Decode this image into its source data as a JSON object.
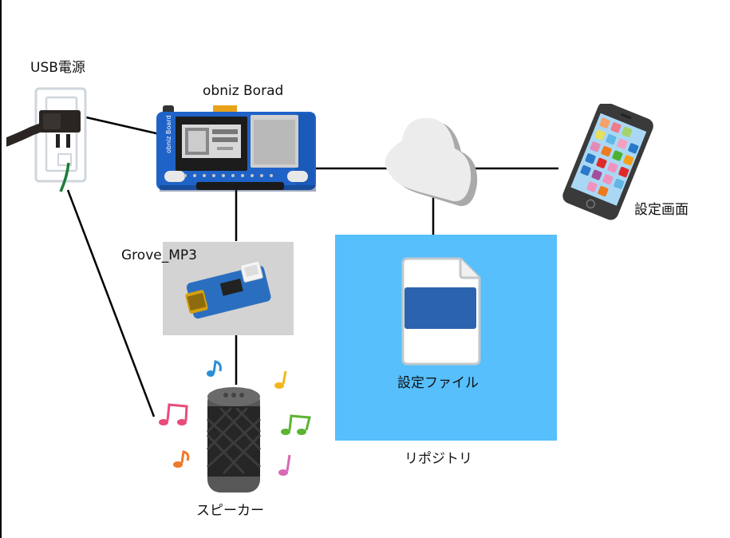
{
  "diagram": {
    "type": "system-architecture",
    "nodes": {
      "power": {
        "label": "USB電源",
        "icon": "power-outlet-icon"
      },
      "board": {
        "label": "obniz Borad",
        "icon": "obniz-board-icon",
        "silkscreen": "obniz Board"
      },
      "cloud": {
        "label": "",
        "icon": "cloud-icon"
      },
      "phone": {
        "label": "設定画面",
        "icon": "smartphone-icon"
      },
      "mp3": {
        "label": "Grove_MP3",
        "icon": "grove-mp3-module-icon"
      },
      "speaker": {
        "label": "スピーカー",
        "icon": "speaker-icon"
      },
      "repository": {
        "label": "リポジトリ",
        "color": "#56bffc"
      },
      "config_file": {
        "label": "設定ファイル",
        "icon": "file-icon"
      }
    },
    "connections": [
      [
        "power",
        "board"
      ],
      [
        "power",
        "speaker"
      ],
      [
        "board",
        "cloud"
      ],
      [
        "cloud",
        "phone"
      ],
      [
        "cloud",
        "repository"
      ],
      [
        "board",
        "mp3"
      ],
      [
        "mp3",
        "speaker"
      ]
    ],
    "music_note_colors": [
      "#2e8fd8",
      "#f2b61c",
      "#e94b7a",
      "#5bb432",
      "#ef7a2a",
      "#d868b4"
    ]
  }
}
